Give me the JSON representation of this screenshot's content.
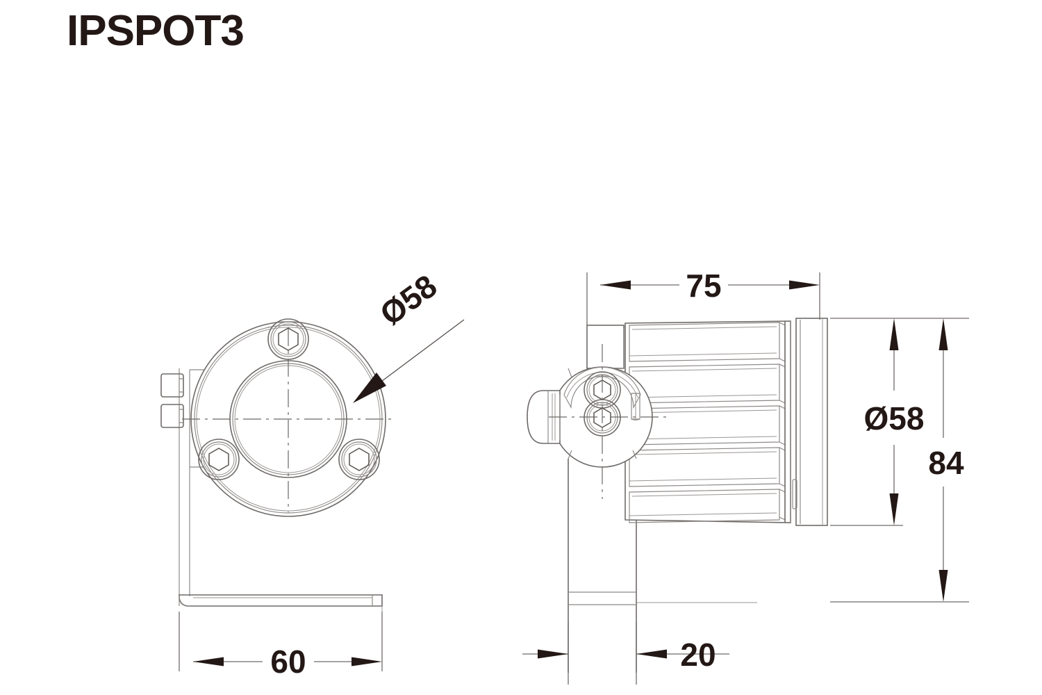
{
  "title": "IPSPOT3",
  "drawing": {
    "type": "engineering-dimension-drawing",
    "product": "IPSPOT3",
    "units": "mm",
    "views": [
      {
        "name": "front-view",
        "label": "",
        "position": "left"
      },
      {
        "name": "side-view",
        "label": "",
        "position": "right"
      }
    ]
  },
  "dimensions": {
    "front_diameter": "Ø58",
    "front_width": "60",
    "side_length": "75",
    "side_diameter": "Ø58",
    "side_total_height": "84",
    "side_stem_width": "20"
  },
  "colors": {
    "text": "#231815",
    "outline": "#6e6a68",
    "thin_line": "#8b8785",
    "background": "#ffffff"
  }
}
